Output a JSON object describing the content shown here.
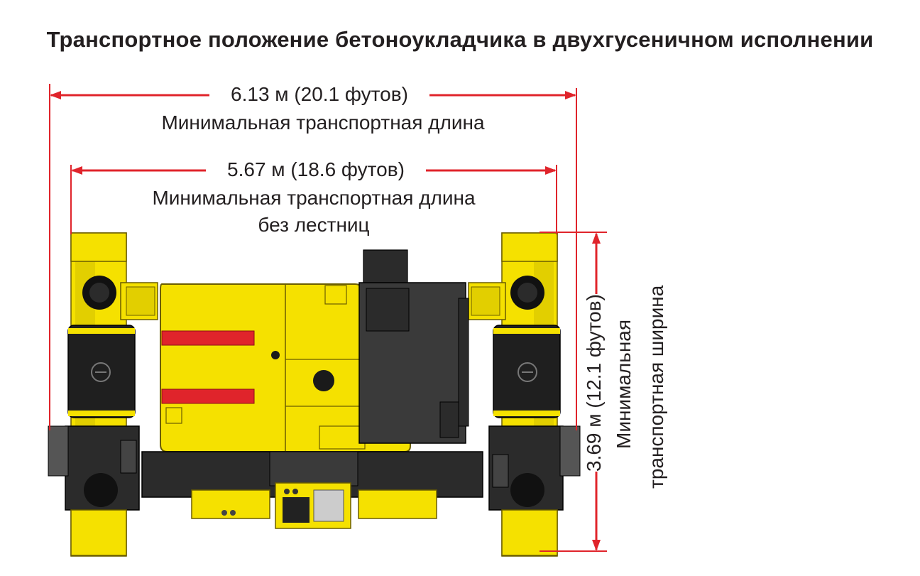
{
  "title": "Транспортное положение бетоноукладчика в двухгусеничном исполнении",
  "dimensions": {
    "length_total": {
      "value": "6.13 м (20.1 футов)",
      "label": "Минимальная транспортная длина"
    },
    "length_no_ladders": {
      "value": "5.67 м (18.6 футов)",
      "label_line1": "Минимальная транспортная длина",
      "label_line2": "без лестниц"
    },
    "width": {
      "value": "3.69 м (12.1 футов)",
      "label_line1": "Минимальная",
      "label_line2": "транспортная ширина"
    }
  },
  "colors": {
    "dimension_line": "#e0242b",
    "machine_yellow": "#f5e100",
    "machine_shadow": "#c9b200",
    "machine_dark": "#2b2b2b",
    "stripe_red": "#e0242b",
    "text": "#231f20"
  }
}
